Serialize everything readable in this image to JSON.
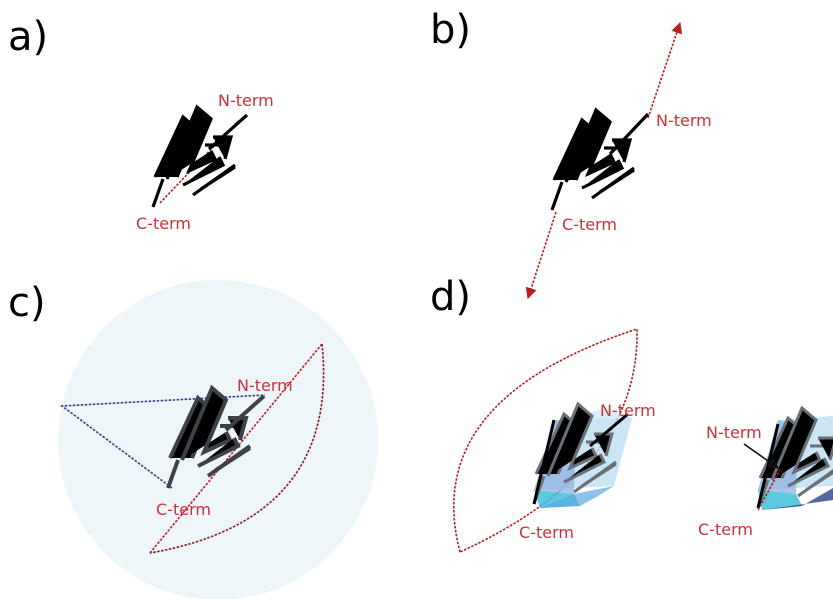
{
  "panels": {
    "a": {
      "label": "a)",
      "n_term": "N-term",
      "c_term": "C-term"
    },
    "b": {
      "label": "b)",
      "n_term": "N-term",
      "c_term": "C-term"
    },
    "c": {
      "label": "c)",
      "n_term": "N-term",
      "c_term": "C-term"
    },
    "d": {
      "label": "d)",
      "n_term": "N-term",
      "c_term": "C-term",
      "n_term_2": "N-term",
      "c_term_2": "C-term"
    }
  },
  "colors": {
    "terminus_text": "#c8323a",
    "axis_line": "#b41e1e",
    "cone_line": "#b41e1e",
    "blue_line": "#2e3e8c",
    "protein_dark": "#000000",
    "protein_gray": "#3e4248",
    "sphere_fill": "#eef6f9",
    "polyhedron_light": "#b8dcf0",
    "polyhedron_mid": "#8fb0e0",
    "polyhedron_cyan": "#3ec0d8",
    "arrow_black": "#111111"
  }
}
